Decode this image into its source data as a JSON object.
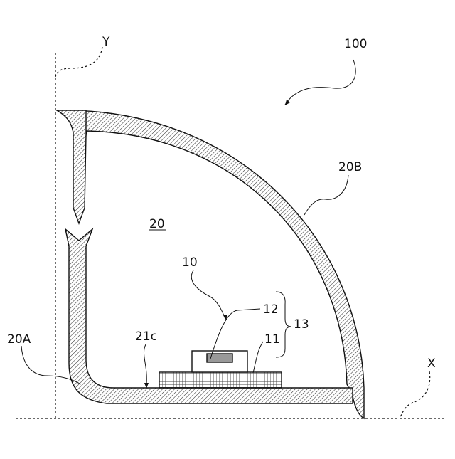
{
  "labels": {
    "device": "100",
    "body": "20",
    "first_part": "20A",
    "second_part": "20B",
    "surface": "21c",
    "unit": "10",
    "lower_layer": "11",
    "upper_element": "12",
    "group": "13",
    "axis_x": "X",
    "axis_y": "Y"
  }
}
